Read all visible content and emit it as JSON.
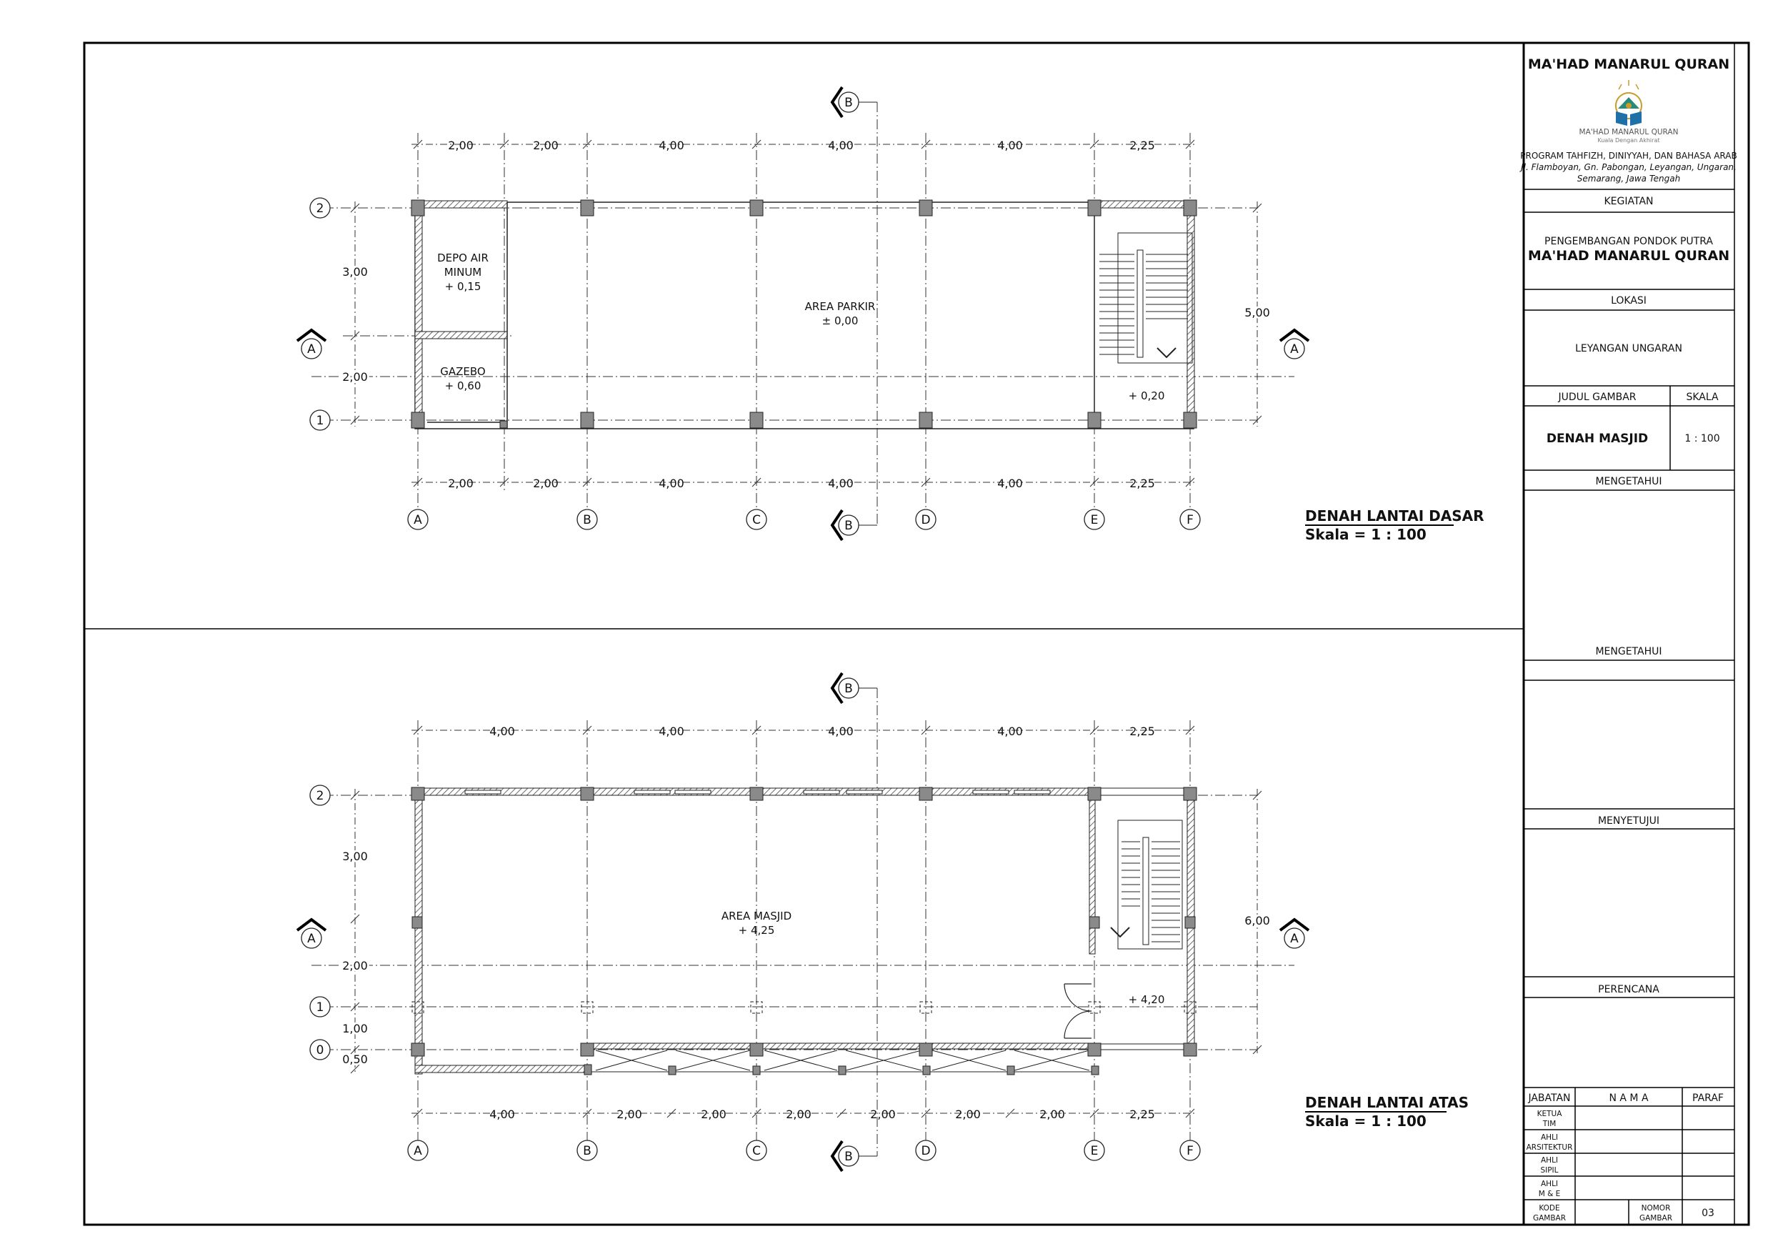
{
  "plans": [
    {
      "title": "DENAH LANTAI DASAR",
      "scale": "Skala = 1 : 100",
      "dims_top": [
        "2,00",
        "2,00",
        "4,00",
        "4,00",
        "4,00",
        "2,25"
      ],
      "dims_bottom": [
        "2,00",
        "2,00",
        "4,00",
        "4,00",
        "4,00",
        "2,25"
      ],
      "dims_left": [
        "3,00",
        "2,00"
      ],
      "dim_right": "5,00",
      "col_grid": [
        "A",
        "B",
        "C",
        "D",
        "E",
        "F"
      ],
      "row_grid": [
        "2",
        "1"
      ],
      "section_a": "A",
      "section_b": "B",
      "rooms": [
        {
          "lines": [
            "DEPO AIR",
            "MINUM",
            "+ 0,15"
          ]
        },
        {
          "lines": [
            "GAZEBO",
            "+ 0,60"
          ]
        },
        {
          "lines": [
            "AREA PARKIR",
            "± 0,00"
          ]
        },
        {
          "lines": [
            "+ 0,20"
          ]
        }
      ]
    },
    {
      "title": "DENAH LANTAI ATAS",
      "scale": "Skala = 1 : 100",
      "dims_top": [
        "4,00",
        "4,00",
        "4,00",
        "4,00",
        "2,25"
      ],
      "dims_bottom": [
        "4,00",
        "2,00",
        "2,00",
        "2,00",
        "2,00",
        "2,00",
        "2,00",
        "2,25"
      ],
      "dims_left": [
        "3,00",
        "2,00",
        "1,00",
        "0,50"
      ],
      "dim_right": "6,00",
      "col_grid": [
        "A",
        "B",
        "C",
        "D",
        "E",
        "F"
      ],
      "row_grid": [
        "2",
        "1",
        "0"
      ],
      "section_a": "A",
      "section_b": "B",
      "rooms": [
        {
          "lines": [
            "AREA MASJID",
            "+ 4,25"
          ]
        },
        {
          "lines": [
            "+ 4,20"
          ]
        }
      ]
    }
  ],
  "title_block": {
    "org_name": "MA'HAD MANARUL QURAN",
    "logo_text": "MA'HAD MANARUL QURAN",
    "logo_subtext": "Kuala Dengan Akhirat",
    "program": "PROGRAM TAHFIZH, DINIYYAH, DAN BAHASA ARAB",
    "address": [
      "Jl. Flamboyan, Gn. Pabongan, Leyangan, Ungaran,",
      "Semarang, Jawa Tengah"
    ],
    "kegiatan_label": "KEGIATAN",
    "kegiatan_line1": "PENGEMBANGAN PONDOK PUTRA",
    "kegiatan_line2": "MA'HAD MANARUL QURAN",
    "lokasi_label": "LOKASI",
    "lokasi_value": "LEYANGAN UNGARAN",
    "judul_label": "JUDUL GAMBAR",
    "skala_label": "SKALA",
    "judul_value": "DENAH MASJID",
    "skala_value": "1 : 100",
    "mengetahui_1": "MENGETAHUI",
    "mengetahui_2": "MENGETAHUI",
    "menyetujui": "MENYETUJUI",
    "perencana": "PERENCANA",
    "jabatan_label": "JABATAN",
    "nama_label": "N A M A",
    "paraf_label": "PARAF",
    "roles": [
      [
        "KETUA",
        "TIM"
      ],
      [
        "AHLI",
        "ARSITEKTUR"
      ],
      [
        "AHLI",
        "SIPIL"
      ],
      [
        "AHLI",
        "M & E"
      ]
    ],
    "kode_label": [
      "KODE",
      "GAMBAR"
    ],
    "nomor_label": [
      "NOMOR",
      "GAMBAR"
    ],
    "nomor_value": "03"
  }
}
